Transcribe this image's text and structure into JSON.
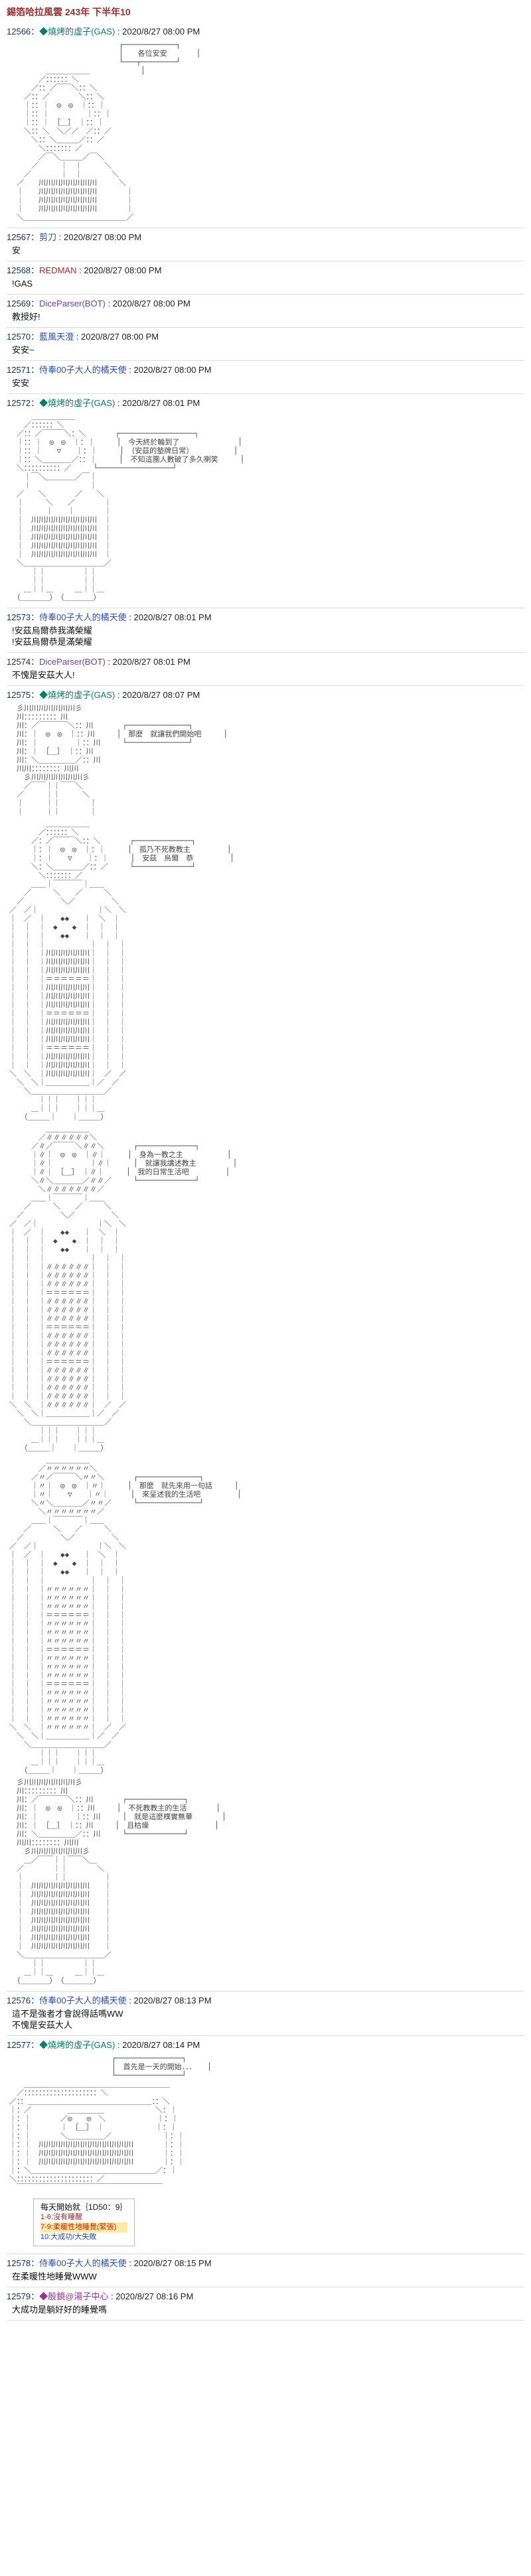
{
  "page": {
    "title": "錫箔哈拉風雲 243年 下半年10"
  },
  "colors": {
    "title": "#993333",
    "post_number": "#16326e",
    "name_gas": "#00806b",
    "name_blue": "#2b4bcc",
    "name_red": "#cc2222",
    "name_bot": "#6a3bcf",
    "name_purple": "#993399",
    "dice_red": "#d42200",
    "dice_blue": "#2244cc",
    "dice_highlight": "#ffe9a8"
  },
  "posts": [
    {
      "number": "12566：",
      "name": "◆燒烤的虛子(GAS)",
      "time": " : 2020/8/27 08:00 PM",
      "aa": [
        "　　　　　　　　　　　　　　　┌────────────┐",
        "　　　　　　　　　　　　　　　│　　各位安安　　　　│",
        "　　　　　　　　　　　　　　　└───┬────────┘",
        "　　　　　＿＿＿＿＿＿　　　　　　　│",
        "　　　　／：：：：：：＼",
        "　　　／：：／￣￣＼：：＼",
        "　　／：：／　　　　＼：：＼",
        "　　｜：：｜　◎　◎　｜：：｜",
        "　　｜：：｜　　　　　｜：：｜",
        "　　｜：：｜　［＿］　｜：：｜",
        "　　＼：：＼　＼／／　／：：／",
        "　　　＼：：＼＿＿＿／：：／",
        "　　　　＼：：：：：：：／",
        "　　　　／￣＼＿＿＿／￣＼",
        "　　　／　　　｜　｜　　　＼",
        "　　／　　　　｜　｜　　　　＼",
        "　／　　川川川川川川川川　　　＼",
        "　｜　　川川川川川川川川　　　　｜",
        "　｜　　川川川川川川川川　　　　｜",
        "　｜　　川川川川川川川川　　　　｜",
        "　＼＿＿＿＿＿＿＿＿＿＿＿＿＿＿／"
      ]
    },
    {
      "number": "12567：",
      "name": "剪刀",
      "time": " : 2020/8/27 08:00 PM",
      "content": [
        "安"
      ]
    },
    {
      "number": "12568：",
      "name": "REDMAN",
      "time": " : 2020/8/27 08:00 PM",
      "content": [
        "!GAS"
      ]
    },
    {
      "number": "12569：",
      "name": "DiceParser(BOT)",
      "time": " : 2020/8/27 08:00 PM",
      "content": [
        "教授好!"
      ]
    },
    {
      "number": "12570：",
      "name": "藍風天澄",
      "time": " : 2020/8/27 08:00 PM",
      "content": [
        "安安~"
      ]
    },
    {
      "number": "12571：",
      "name": "侍奉00子大人的橘天使",
      "time": " : 2020/8/27 08:00 PM",
      "content": [
        "安安"
      ]
    },
    {
      "number": "12572：",
      "name": "◆燒烤的虛子(GAS)",
      "time": " : 2020/8/27 08:01 PM",
      "aa": [
        "　　　＿＿＿＿＿＿",
        "　　／：：：：：：＼",
        "　／：：／￣￣￣＼：＼　　　　┌─────────────────┐",
        "　｜：：｜　◎　◎　｜：｜　　　│　今天終於輪到了　　　　　　　　│",
        "　｜：：｜　　▽　　｜：｜　　　│　〔安茲的墊牌日常〕　　　　　　│",
        "　｜：：＼＿＿＿＿／：：｜　　　│　不知這團人數破了多久喇笑　　　│",
        "　＼：：：：：：：：：：／　　　└─────────────────┘",
        "　　｜￣＼＿＿＿＿／￣｜",
        "　　｜　　　　　　　　｜",
        "　／　　＼　　　　／　　＼",
        "　｜　　　＼　　／　　　　｜",
        "　｜　　　｜　　｜　　　　｜",
        "　｜　川川川川川川川川川　｜",
        "　｜　川川川川川川川川川　｜",
        "　｜　川川川川川川川川川　｜",
        "　｜　川川川川川川川川川　｜",
        "　｜　川川川川川川川川川　｜",
        "　＼＿＿＿＿＿＿＿＿＿＿＿／",
        "　　　｜｜　　　　　｜｜",
        "　　　｜｜　　　　　｜｜",
        "　　＿｜｜＿　　　＿｜｜＿",
        "　（＿＿＿＿）　（＿＿＿＿）"
      ]
    },
    {
      "number": "12573：",
      "name": "侍奉00子大人的橘天使",
      "time": " : 2020/8/27 08:01 PM",
      "content": [
        "!安茲烏爾恭我滿榮耀",
        "!安茲烏爾恭是滿榮耀"
      ]
    },
    {
      "number": "12574：",
      "name": "DiceParser(BOT)",
      "time": " : 2020/8/27 08:01 PM",
      "content": [
        "不愧是安茲大人!"
      ]
    },
    {
      "number": "12575：",
      "name": "◆燒烤的虛子(GAS)",
      "time": " : 2020/8/27 08:07 PM",
      "aa1": [
        "　彡川川川川川川川彡",
        "　川：：：：：：：：：川",
        "　川：／￣￣￣￣＼：：川　　　　┌──────────────┐",
        "　川：｜　◎　◎　｜：：川　　　│　那麼　就讓我們開始吧　　　│",
        "　川：｜　　　　　｜：：川　　　└──────────────┘",
        "　川：｜　［＿］　｜：：川",
        "　川：＼＿＿＿＿＿／：：川",
        "　川川：：：：：：：：川川",
        "　　彡川川川川川川川彡",
        "　　／￣￣｜｜￣￣＼",
        "　／　　　｜｜　　　＼",
        "　｜　　　｜｜　　　　｜",
        "　｜　　　｜｜　　　　｜"
      ],
      "aa2": [
        "　　　　　＿＿＿＿＿＿",
        "　　　　／：：：：：：＼",
        "　　　／：／￣￣￣＼：：＼　　　　┌─────────────┐",
        "　　　｜：｜　◎　◎　｜：｜　　　│　孤乃不死教教主　　　　　│",
        "　　　｜：｜　　▽　　｜：｜　　　│　安茲　烏爾　恭　　　　　│",
        "　　　＼：＼＿＿＿＿／：：／　　　└─────────────┘",
        "　　　　＼：：：：：：：／",
        "　　　＿＿｜￣￣￣￣｜＿＿",
        "　　／　　　＼　　／　　　＼",
        "　／　　　　　＼／　　　　　＼",
        "／　／｜　　　　　　　　｜＼　＼",
        "｜　／　｜　　◆◆　　｜　＼　｜",
        "｜　｜　｜　◆　　◆　｜　｜　｜",
        "｜　｜　｜　　◆◆　　｜　｜　｜",
        "｜　｜　｜　　　　　　｜　｜　｜",
        "｜　｜　｜川川川川川川｜　｜　｜",
        "｜　｜　｜川川川川川川｜　｜　｜",
        "｜　｜　｜川川川川川川｜　｜　｜",
        "｜　｜　｜＝＝＝＝＝＝｜　｜　｜",
        "｜　｜　｜川川川川川川｜　｜　｜",
        "｜　｜　｜川川川川川川｜　｜　｜",
        "｜　｜　｜川川川川川川｜　｜　｜",
        "｜　｜　｜＝＝＝＝＝＝｜　｜　｜",
        "｜　｜　｜川川川川川川｜　｜　｜",
        "｜　｜　｜川川川川川川｜　｜　｜",
        "｜　｜　｜川川川川川川｜　｜　｜",
        "｜　｜　｜＝＝＝＝＝＝｜　｜　｜",
        "｜　｜　｜川川川川川川｜　｜　｜",
        "｜　｜　｜川川川川川川｜　｜　｜",
        "＼　＼　｜川川川川川川｜　／　／",
        "　＼　＼｜＿＿＿＿＿＿｜／　／",
        "　　＼＿＿＿＿＿＿＿＿＿＿／",
        "　　　　｜｜｜　　｜｜｜",
        "　　　＿｜｜｜　　｜｜｜＿",
        "　　（＿＿＿｜　　｜＿＿＿）"
      ],
      "aa3": [
        "　　　　　＿＿＿＿＿＿",
        "　　　　／∥∥∥∥∥∥＼",
        "　　　／∥／￣￣￣＼∥∥＼　　　　┌─────────────┐",
        "　　　｜∥｜　◎　◎　｜∥｜　　　│　身為一教之主　　　　　　│",
        "　　　｜∥｜　　　　　｜∥｜　　　│　就讓我講述教主　　　　　│",
        "　　　｜∥｜　［＿］　｜∥｜　　　│　我的日常生活吧　　　　　│",
        "　　　＼∥＼＿＿＿＿／∥∥／　　　└─────────────┘",
        "　　　　＼∥∥∥∥∥∥∥／",
        "　　　＿＿｜￣￣￣￣｜＿＿",
        "　　／　　　＼　　／　　　＼",
        "　／　　　　　＼／　　　　　＼",
        "／　／｜　　　　　　　　｜＼　＼",
        "｜　／　｜　　◆◆　　｜　＼　｜",
        "｜　｜　｜　◆　　◆　｜　｜　｜",
        "｜　｜　｜　　◆◆　　｜　｜　｜",
        "｜　｜　｜　　　　　　｜　｜　｜",
        "｜　｜　｜∥∥∥∥∥∥｜　｜　｜",
        "｜　｜　｜∥∥∥∥∥∥｜　｜　｜",
        "｜　｜　｜∥∥∥∥∥∥｜　｜　｜",
        "｜　｜　｜＝＝＝＝＝＝｜　｜　｜",
        "｜　｜　｜∥∥∥∥∥∥｜　｜　｜",
        "｜　｜　｜∥∥∥∥∥∥｜　｜　｜",
        "｜　｜　｜∥∥∥∥∥∥｜　｜　｜",
        "｜　｜　｜＝＝＝＝＝＝｜　｜　｜",
        "｜　｜　｜∥∥∥∥∥∥｜　｜　｜",
        "｜　｜　｜∥∥∥∥∥∥｜　｜　｜",
        "｜　｜　｜∥∥∥∥∥∥｜　｜　｜",
        "｜　｜　｜＝＝＝＝＝＝｜　｜　｜",
        "｜　｜　｜∥∥∥∥∥∥｜　｜　｜",
        "｜　｜　｜∥∥∥∥∥∥｜　｜　｜",
        "｜　｜　｜∥∥∥∥∥∥｜　｜　｜",
        "｜　｜　｜∥∥∥∥∥∥｜　｜　｜",
        "＼　＼　｜∥∥∥∥∥∥｜　／　／",
        "　＼　＼｜＿＿＿＿＿＿｜／　／",
        "　　＼＿＿＿＿＿＿＿＿＿＿／",
        "　　　　｜｜｜　　｜｜｜",
        "　　　＿｜｜｜　　｜｜｜＿",
        "　　（＿＿＿｜　　｜＿＿＿）"
      ],
      "aa4": [
        "　　　　　＿＿＿＿＿＿",
        "　　　　／〃〃〃〃〃〃＼",
        "　　　／〃／￣￣￣＼〃〃＼　　　　┌──────────────┐",
        "　　　｜〃｜　◎　◎　｜〃｜　　　│　那麼　就先來用一句話　　　│",
        "　　　｜〃｜　　▽　　｜〃｜　　　│　來呈述我的生活吧　　　　　│",
        "　　　＼〃＼＿＿＿＿／〃〃／　　　└──────────────┘",
        "　　　　＼〃〃〃〃〃〃〃／",
        "　　　＿＿｜￣￣￣￣｜＿＿",
        "　　／　　　＼　　／　　　＼",
        "　／　　　　　＼／　　　　　＼",
        "／　／｜　　　　　　　　｜＼　＼",
        "｜　／　｜　　◆◆　　｜　＼　｜",
        "｜　｜　｜　◆　　◆　｜　｜　｜",
        "｜　｜　｜　　◆◆　　｜　｜　｜",
        "｜　｜　｜　　　　　　｜　｜　｜",
        "｜　｜　｜〃〃〃〃〃〃｜　｜　｜",
        "｜　｜　｜〃〃〃〃〃〃｜　｜　｜",
        "｜　｜　｜〃〃〃〃〃〃｜　｜　｜",
        "｜　｜　｜＝＝＝＝＝＝｜　｜　｜",
        "｜　｜　｜〃〃〃〃〃〃｜　｜　｜",
        "｜　｜　｜〃〃〃〃〃〃｜　｜　｜",
        "｜　｜　｜〃〃〃〃〃〃｜　｜　｜",
        "｜　｜　｜＝＝＝＝＝＝｜　｜　｜",
        "｜　｜　｜〃〃〃〃〃〃｜　｜　｜",
        "｜　｜　｜〃〃〃〃〃〃｜　｜　｜",
        "｜　｜　｜〃〃〃〃〃〃｜　｜　｜",
        "｜　｜　｜＝＝＝＝＝＝｜　｜　｜",
        "｜　｜　｜〃〃〃〃〃〃｜　｜　｜",
        "｜　｜　｜〃〃〃〃〃〃｜　｜　｜",
        "｜　｜　｜〃〃〃〃〃〃｜　｜　｜",
        "｜　｜　｜〃〃〃〃〃〃｜　｜　｜",
        "＼　＼　｜〃〃〃〃〃〃｜　／　／",
        "　＼　＼｜＿＿＿＿＿＿｜／　／",
        "　　＼＿＿＿＿＿＿＿＿＿＿／",
        "　　　　｜｜｜　　｜｜｜",
        "　　　＿｜｜｜　　｜｜｜＿",
        "　　（＿＿＿｜　　｜＿＿＿）"
      ],
      "aa5": [
        "　彡川川川川川川川彡",
        "　川：：：：：：：：：川",
        "　川：／￣￣￣￣＼：：川　　　　┌─────────────┐",
        "　川：｜　◎　◎　｜：：川　　　│　不死教教主的生活　　　　│",
        "　川：｜　　　　　｜：：川　　　│　就是這麼樸實無華　　　　│",
        "　川：｜　［＿］　｜：：川　　　│　且枯燥　　　　　　　　　│",
        "　川：＼＿＿＿＿＿／：：川　　　└─────────────┘",
        "　川川：：：：：：：：川川",
        "　　彡川川川川川川川彡",
        "　　＿／￣￣｜｜￣￣＼＿",
        "　／　　　　｜｜　　　　＼",
        "　｜　　　　｜｜　　　　　｜",
        "　｜　川川川川川川川川　　｜",
        "　｜　川川川川川川川川　　｜",
        "　｜　川川川川川川川川　　｜",
        "　｜　川川川川川川川川　　｜",
        "　｜　川川川川川川川川　　｜",
        "　｜　川川川川川川川川　　｜",
        "　｜　川川川川川川川川　　｜",
        "　｜　川川川川川川川川　　｜",
        "　＼＿＿＿＿＿＿＿＿＿＿＿／",
        "　　　｜｜　　　　　｜｜",
        "　　＿｜｜＿　　　＿｜｜＿",
        "　（＿＿＿＿）　（＿＿＿＿）"
      ]
    },
    {
      "number": "12576：",
      "name": "侍奉00子大人的橘天使",
      "time": " : 2020/8/27 08:13 PM",
      "content": [
        "這不是強者才會說得話嗎WW",
        "不愧是安茲大人"
      ]
    },
    {
      "number": "12577：",
      "name": "◆燒烤的虛子(GAS)",
      "time": " : 2020/8/27 08:14 PM",
      "aa": [
        "　　　　　　　　　　　　　　┌───────────────┐",
        "　　　　　　　　　　　　　　│　首先是一天的開始．．．　　│",
        "　　　　　　　　　　　　　　└───────────────┘",
        "　　＿＿＿＿＿＿＿＿＿＿＿＿＿＿＿＿＿＿＿＿",
        "　／：：：：：：：：：：：：：：：：：：：：＼",
        "／：：＿＿＿＿＿＿＿＿＿＿＿＿＿＿＿＿＿：：＼",
        "｜：／　　　　　＿＿＿＿＿　　　　　　　＼：｜",
        "｜：｜　　　　／◎　　◎　＼　　　　　　　｜：｜",
        "｜：｜　　　　｜　［＿］　｜　　　　　　　｜：｜",
        "｜：｜　　　　＼＿＿＿＿＿／　　　　　　　｜：｜",
        "｜：｜　川川川川川川川川川川川川川　　　　｜：｜",
        "｜：｜　川川川川川川川川川川川川川　　　　｜：｜",
        "｜：｜　川川川川川川川川川川川川川　　　　｜：｜",
        "｜：＼＿＿＿＿＿＿＿＿＿＿＿＿＿＿＿＿＿／：｜",
        "＼：：：：：：：：：：：：：：：：：：：：：／",
        "　￣￣￣￣￣￣￣￣￣￣￣￣￣￣￣￣￣￣￣￣"
      ],
      "dice": {
        "l1": "每天開始就｛1D50：9｝",
        "l2": "1-6:沒有睡醒",
        "l3": "7-9:柔暖性地睡覺(緊張)",
        "l4": "10:大成功/大失敗"
      }
    },
    {
      "number": "12578：",
      "name": "侍奉00子大人的橘天使",
      "time": " : 2020/8/27 08:15 PM",
      "content": [
        "在柔暖性地睡覺WWW"
      ]
    },
    {
      "number": "12579：",
      "name": "◆殷鏡@湯子中心",
      "time": " : 2020/8/27 08:16 PM",
      "content": [
        "大成功是躺好好的睡覺嗎"
      ]
    }
  ]
}
